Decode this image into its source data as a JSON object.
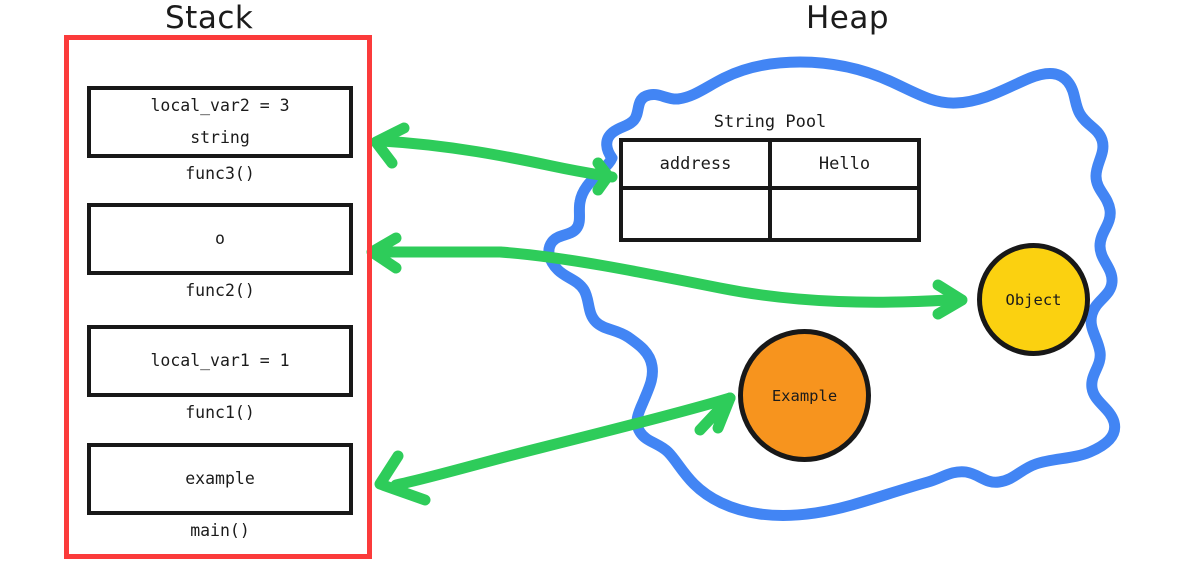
{
  "diagram": {
    "title_stack": "Stack",
    "title_heap": "Heap"
  },
  "colors": {
    "stack_border": "#fb3b3b",
    "heap_outline": "#4285f4",
    "arrow": "#2ecc5a",
    "box_border": "#181818",
    "object_fill": "#fbd110",
    "example_fill": "#f7941e",
    "background": "#ffffff",
    "text": "#1b1b1b"
  },
  "stack": {
    "frames": [
      {
        "lines": [
          "local_var2 = 3",
          "string"
        ],
        "label": "func3()"
      },
      {
        "lines": [
          "o"
        ],
        "label": "func2()"
      },
      {
        "lines": [
          "local_var1 = 1"
        ],
        "label": "func1()"
      },
      {
        "lines": [
          "example"
        ],
        "label": "main()"
      }
    ]
  },
  "heap": {
    "string_pool": {
      "title": "String Pool",
      "rows": [
        [
          "address",
          "Hello"
        ],
        [
          "",
          ""
        ]
      ]
    },
    "nodes": [
      {
        "label": "Object"
      },
      {
        "label": "Example"
      }
    ]
  },
  "arrows": [
    {
      "name": "string-pool-to-func3",
      "from": "string-pool",
      "to": "func3-frame"
    },
    {
      "name": "object-to-func2",
      "from": "object-node",
      "to": "func2-frame"
    },
    {
      "name": "func2-to-object",
      "from": "func2-frame",
      "to": "object-node"
    },
    {
      "name": "example-to-main",
      "from": "example-node",
      "to": "main-frame"
    }
  ]
}
